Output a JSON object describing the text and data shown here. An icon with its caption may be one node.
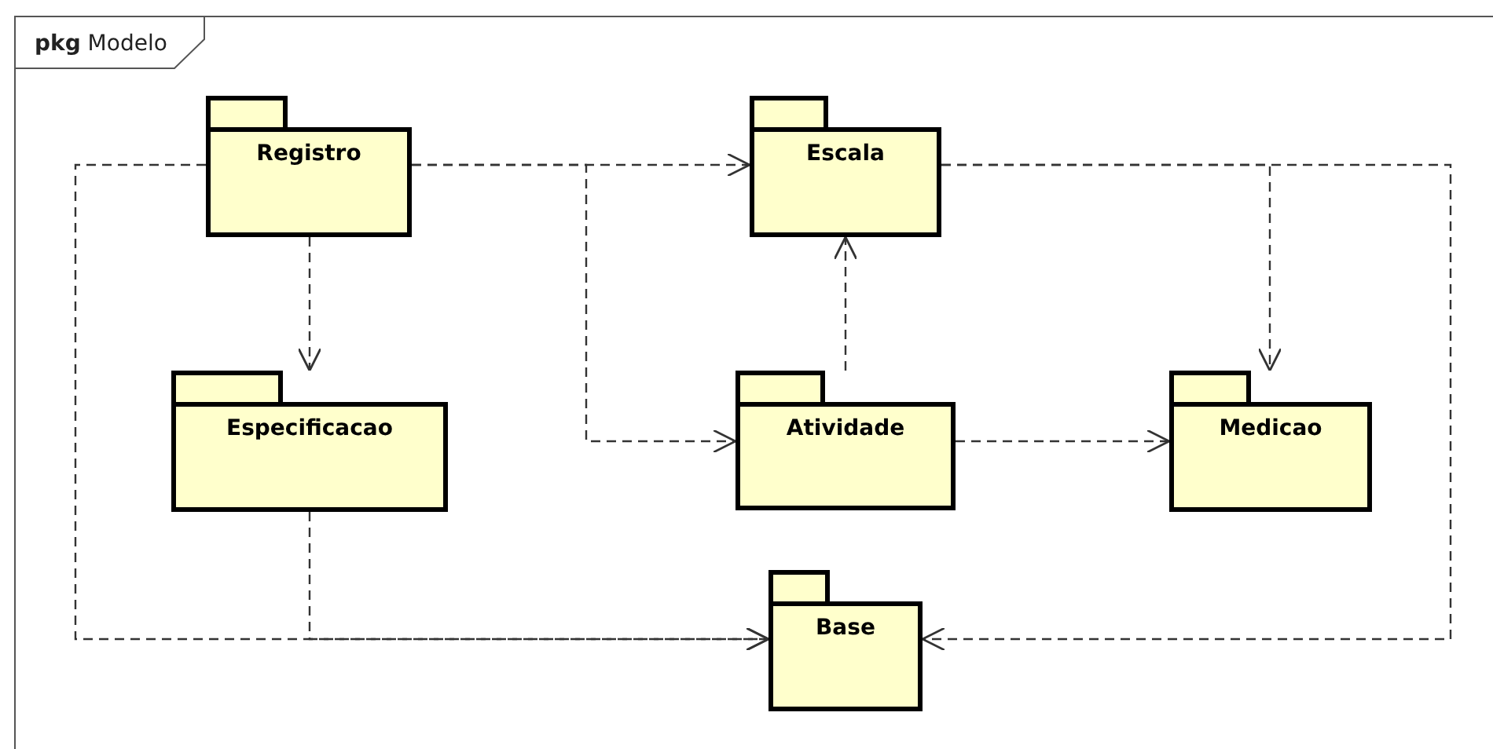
{
  "diagram": {
    "nodes": [
      {
        "text": [
          "**pkg** Modelo"
        ]
      },
      {
        "text": [
          "Registro"
        ],
        "in": 0
      },
      {
        "text": [
          "Escala"
        ],
        "in": 0
      },
      {
        "text": [
          "Especificacao"
        ],
        "in": 0
      },
      {
        "text": [
          "Atividade"
        ],
        "in": 0
      },
      {
        "text": [
          "Medicao"
        ],
        "in": 0
      },
      {
        "text": [
          "Base"
        ],
        "in": 0
      }
    ],
    "edges": [
      {
        "from": 1,
        "to": 2,
        "arrow": "to"
      },
      {
        "from": 1,
        "to": 4,
        "arrow": "to"
      },
      {
        "from": 1,
        "to": 3,
        "arrow": "to"
      },
      {
        "from": 1,
        "to": 6,
        "arrow": "to"
      },
      {
        "from": 3,
        "to": 6,
        "arrow": "to"
      },
      {
        "from": 4,
        "to": 2,
        "arrow": "to"
      },
      {
        "from": 4,
        "to": 5,
        "arrow": "to"
      },
      {
        "from": 2,
        "to": 5,
        "arrow": "to"
      },
      {
        "from": 2,
        "to": 6,
        "arrow": "to"
      }
    ]
  }
}
